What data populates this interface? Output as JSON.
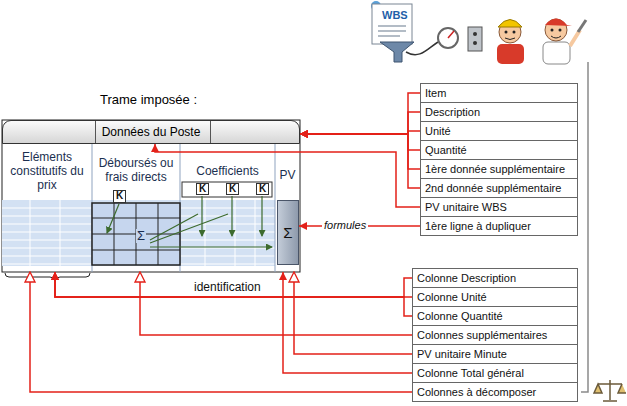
{
  "diagram": {
    "nodes": [
      {
        "text": [
          "Trame imposée :"
        ]
      },
      {
        "text": [
          "Données du Poste"
        ],
        "in": 0
      },
      {
        "text": [
          "Eléments constitutifs du prix"
        ],
        "in": 0
      },
      {
        "text": [
          "Déboursés ou frais directs"
        ],
        "in": 0
      },
      {
        "text": [
          "Coefficients"
        ],
        "in": 0
      },
      {
        "text": [
          "PV"
        ],
        "in": 0
      },
      {
        "text": [
          "K"
        ],
        "in": 3
      },
      {
        "text": [
          "K"
        ],
        "in": 4
      },
      {
        "text": [
          "K"
        ],
        "in": 4
      },
      {
        "text": [
          "K"
        ],
        "in": 4
      },
      {
        "text": [
          "Σ"
        ],
        "in": 5
      },
      {
        "text": [
          "Item"
        ]
      },
      {
        "text": [
          "Description"
        ]
      },
      {
        "text": [
          "Unité"
        ]
      },
      {
        "text": [
          "Quantité"
        ]
      },
      {
        "text": [
          "1ère donnée supplémentaire"
        ]
      },
      {
        "text": [
          "2nd donnée supplémentaire"
        ]
      },
      {
        "text": [
          "PV unitaire WBS"
        ]
      },
      {
        "text": [
          "1ère ligne à dupliquer"
        ]
      },
      {
        "text": [
          "Colonne Description"
        ]
      },
      {
        "text": [
          "Colonne Unité"
        ]
      },
      {
        "text": [
          "Colonne Quantité"
        ]
      },
      {
        "text": [
          "Colonnes supplémentaires"
        ]
      },
      {
        "text": [
          "PV unitaire Minute"
        ]
      },
      {
        "text": [
          "Colonne Total général"
        ]
      },
      {
        "text": [
          "Colonnes à décomposer"
        ]
      }
    ],
    "edges": [
      {
        "from": 11,
        "to": 1,
        "arrow": "to"
      },
      {
        "from": 12,
        "to": 1,
        "arrow": "to"
      },
      {
        "from": 13,
        "to": 1,
        "arrow": "to"
      },
      {
        "from": 14,
        "to": 1,
        "arrow": "to"
      },
      {
        "from": 15,
        "to": 1,
        "arrow": "to"
      },
      {
        "from": 16,
        "to": 1,
        "arrow": "to"
      },
      {
        "from": 17,
        "to": 1,
        "arrow": "to"
      },
      {
        "from": 18,
        "to": 10,
        "label": "formules",
        "arrow": "to"
      },
      {
        "from": 19,
        "to": 2,
        "label": "identification",
        "arrow": "to"
      },
      {
        "from": 20,
        "to": 2,
        "arrow": "to"
      },
      {
        "from": 21,
        "to": 2,
        "arrow": "to"
      },
      {
        "from": 22,
        "to": 3,
        "arrow": "to"
      },
      {
        "from": 23,
        "to": 5,
        "arrow": "to"
      },
      {
        "from": 24,
        "to": 5,
        "arrow": "to"
      },
      {
        "from": 25,
        "to": 2,
        "arrow": "to"
      }
    ],
    "labels": [
      "WBS",
      "Σ"
    ]
  }
}
